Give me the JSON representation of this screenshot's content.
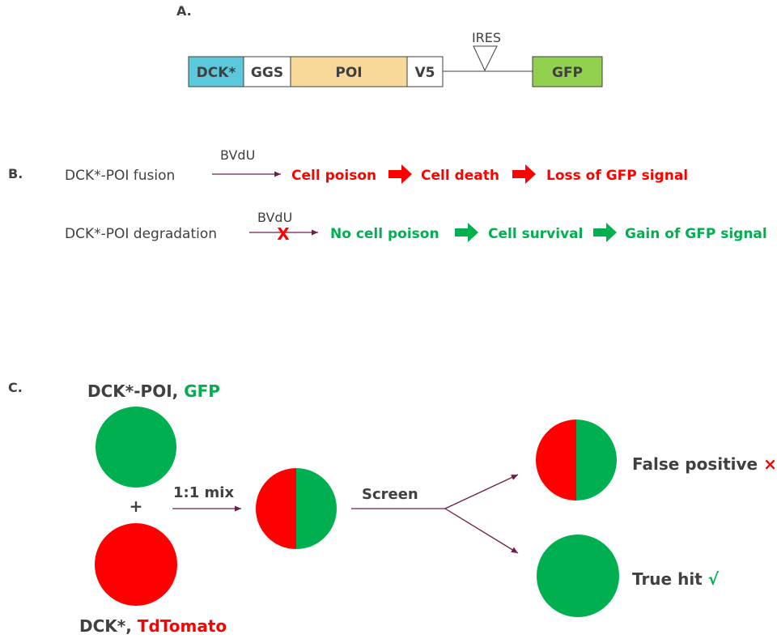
{
  "colors": {
    "dark_text": "#404040",
    "red": "#ff0000",
    "green": "#00b050",
    "arrow_line": "#6d1f4d",
    "dck_fill": "#5bc8dc",
    "poi_fill": "#f8d99a",
    "gfp_fill": "#92d050",
    "circle_green": "#00b050",
    "circle_red": "#ff0000"
  },
  "panel_a": {
    "label": "A.",
    "segments": {
      "dck": "DCK*",
      "ggs": "GGS",
      "poi": "POI",
      "v5": "V5",
      "gfp": "GFP"
    },
    "ires": "IRES"
  },
  "panel_b": {
    "label": "B.",
    "row1": {
      "subject": "DCK*-POI fusion",
      "drug": "BVdU",
      "steps": [
        "Cell poison",
        "Cell death",
        "Loss of GFP signal"
      ]
    },
    "row2": {
      "subject": "DCK*-POI degradation",
      "drug": "BVdU",
      "block_mark": "X",
      "steps": [
        "No cell poison",
        "Cell survival",
        "Gain of GFP signal"
      ]
    }
  },
  "panel_c": {
    "label": "C.",
    "top_label_prefix": "DCK*-POI, ",
    "top_label_colored": "GFP",
    "bottom_label_prefix": "DCK*, ",
    "bottom_label_colored": "TdTomato",
    "plus": "+",
    "mix_label": "1:1 mix",
    "screen_label": "Screen",
    "false_positive": "False positive",
    "false_mark": "×",
    "true_hit": "True hit",
    "true_mark": "√"
  }
}
